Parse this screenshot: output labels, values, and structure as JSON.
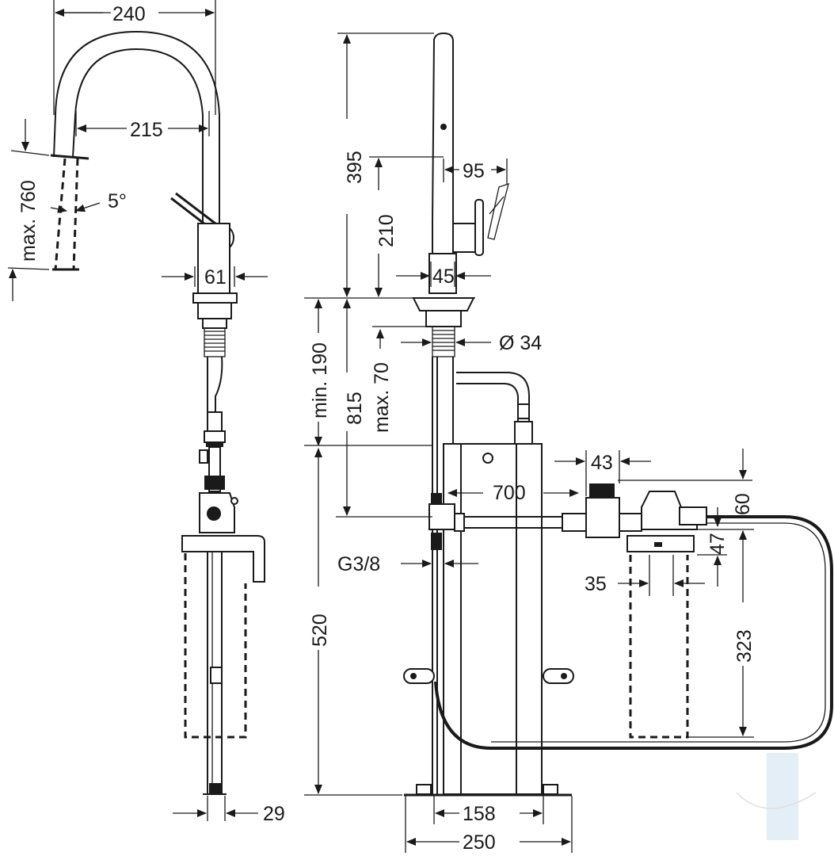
{
  "labels": {
    "d240": "240",
    "d215": "215",
    "max760": "max. 760",
    "angle5": "5°",
    "d61": "61",
    "d29": "29",
    "d395": "395",
    "d210": "210",
    "d95": "95",
    "d45": "45",
    "dia34": "Ø 34",
    "min190": "min. 190",
    "d815": "815",
    "max70": "max. 70",
    "d43": "43",
    "d700": "700",
    "d60": "60",
    "d47": "47",
    "g38": "G3/8",
    "d35": "35",
    "d323": "323",
    "d520": "520",
    "d158": "158",
    "d250": "250"
  },
  "colors": {
    "line": "#1a1a1a",
    "background": "#ffffff"
  }
}
